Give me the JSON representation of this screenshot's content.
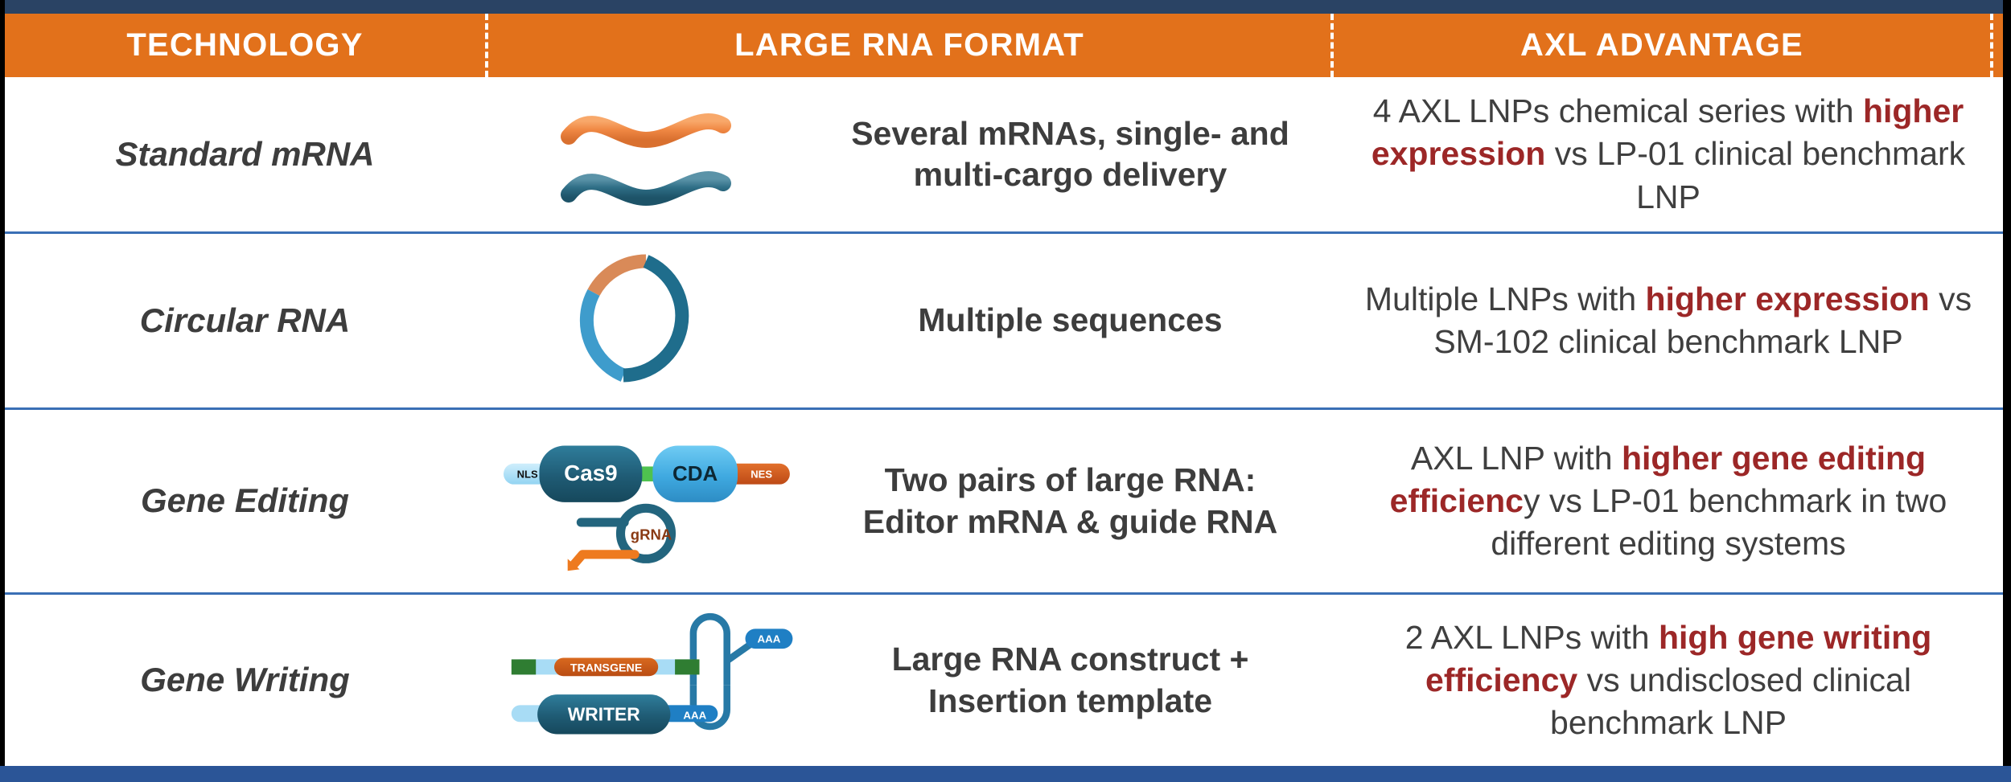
{
  "header": {
    "columns": [
      {
        "label": "TECHNOLOGY"
      },
      {
        "label": "LARGE RNA FORMAT"
      },
      {
        "label": "AXL ADVANTAGE"
      }
    ]
  },
  "colors": {
    "header_orange": "#e2711b",
    "top_bar_navy": "#2a4364",
    "bottom_bar_blue": "#2b5597",
    "row_divider_blue": "#3a6fb5",
    "highlight_red": "#9c2727",
    "body_text_gray": "#3f3f3f",
    "rna_orange": "#ee8844",
    "rna_teal": "#2e6e86",
    "cas9_dark_teal": "#1f5b74",
    "cda_light_blue": "#4cb4e7",
    "nls_pale_blue": "#a8dcf5",
    "nes_orange": "#d1591f",
    "linker_green": "#4fc24f",
    "transgene_orange": "#c85a18",
    "transgene_green": "#2f7d32",
    "aaa_blue": "#1f7fc4"
  },
  "rows": [
    {
      "technology": "Standard mRNA",
      "graphic": "mrna-squiggles-icon",
      "format_lines": [
        "Several mRNAs, single- and",
        "multi-cargo delivery"
      ],
      "advantage": {
        "segments": [
          {
            "text": "4 AXL LNPs chemical series with ",
            "highlight": false
          },
          {
            "text": "higher expression",
            "highlight": true
          },
          {
            "text": " vs LP-01 clinical benchmark LNP",
            "highlight": false
          }
        ]
      }
    },
    {
      "technology": "Circular RNA",
      "graphic": "circular-rna-icon",
      "format_lines": [
        "Multiple sequences"
      ],
      "advantage": {
        "segments": [
          {
            "text": "Multiple LNPs with ",
            "highlight": false
          },
          {
            "text": "higher expression",
            "highlight": true
          },
          {
            "text": " vs SM-102 clinical benchmark LNP",
            "highlight": false
          }
        ]
      }
    },
    {
      "technology": "Gene Editing",
      "graphic": "gene-editing-cas9-icon",
      "graphic_labels": [
        "NLS",
        "Cas9",
        "CDA",
        "NES",
        "gRNA"
      ],
      "format_lines": [
        "Two pairs of large RNA:",
        "Editor mRNA & guide RNA"
      ],
      "advantage": {
        "segments": [
          {
            "text": "AXL LNP with ",
            "highlight": false
          },
          {
            "text": "higher gene editing efficienc",
            "highlight": true
          },
          {
            "text": "y vs LP-01 benchmark in two different editing systems",
            "highlight": false
          }
        ]
      }
    },
    {
      "technology": "Gene Writing",
      "graphic": "gene-writing-construct-icon",
      "graphic_labels": [
        "TRANSGENE",
        "AAA",
        "WRITER",
        "AAA"
      ],
      "format_lines": [
        "Large RNA construct +",
        "Insertion template"
      ],
      "advantage": {
        "segments": [
          {
            "text": "2 AXL LNPs with ",
            "highlight": false
          },
          {
            "text": "high gene writing efficiency",
            "highlight": true
          },
          {
            "text": " vs undisclosed clinical benchmark LNP",
            "highlight": false
          }
        ]
      }
    }
  ]
}
